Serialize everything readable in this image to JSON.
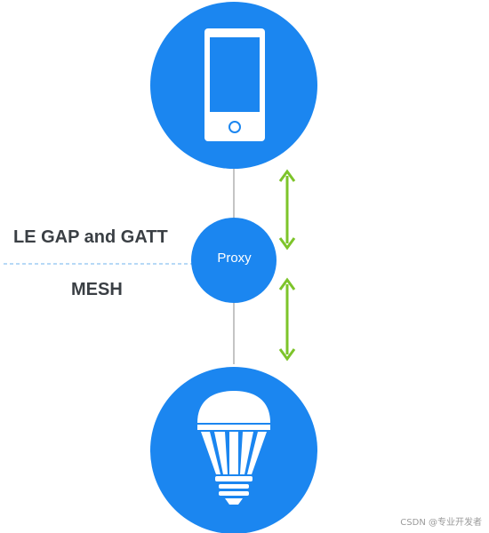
{
  "diagram": {
    "labels": {
      "upper_layer": "LE GAP and GATT",
      "lower_layer": "MESH",
      "proxy": "Proxy"
    },
    "nodes": [
      {
        "id": "phone",
        "icon": "smartphone-icon"
      },
      {
        "id": "proxy",
        "icon": "none"
      },
      {
        "id": "bulb",
        "icon": "light-bulb-icon"
      }
    ],
    "arrows": [
      {
        "from": "phone",
        "to": "proxy",
        "style": "double-headed"
      },
      {
        "from": "proxy",
        "to": "bulb",
        "style": "double-headed"
      }
    ],
    "colors": {
      "node_fill": "#1b86f0",
      "arrow": "#7dc42a",
      "connector": "#888888",
      "separator": "#6fb3ee",
      "label": "#3a3f44"
    }
  },
  "watermark": "CSDN @专业开发者"
}
